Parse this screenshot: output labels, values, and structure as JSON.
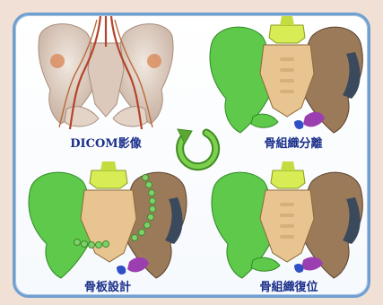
{
  "captions": {
    "top_left": "DICOM影像",
    "top_right": "骨組織分離",
    "bottom_left": "骨板設計",
    "bottom_right": "骨組織復位"
  },
  "colors": {
    "frame_border": "#6f9fd0",
    "caption_text": "#1a2f8a",
    "cycle_arrow": "#5aa832",
    "left_hip_bone": "#5ec94a",
    "sacrum": "#e8c490",
    "fifth_lumbar_vertebra": "#d7ec55",
    "right_hip_bone": "#9b7a5a",
    "pubis_purple": "#9b3fb0",
    "blue_fragment": "#3050c8",
    "bone_plate": "#7fcf6a"
  },
  "icons": {
    "cycle_arrow": "circular-arrow-icon"
  }
}
